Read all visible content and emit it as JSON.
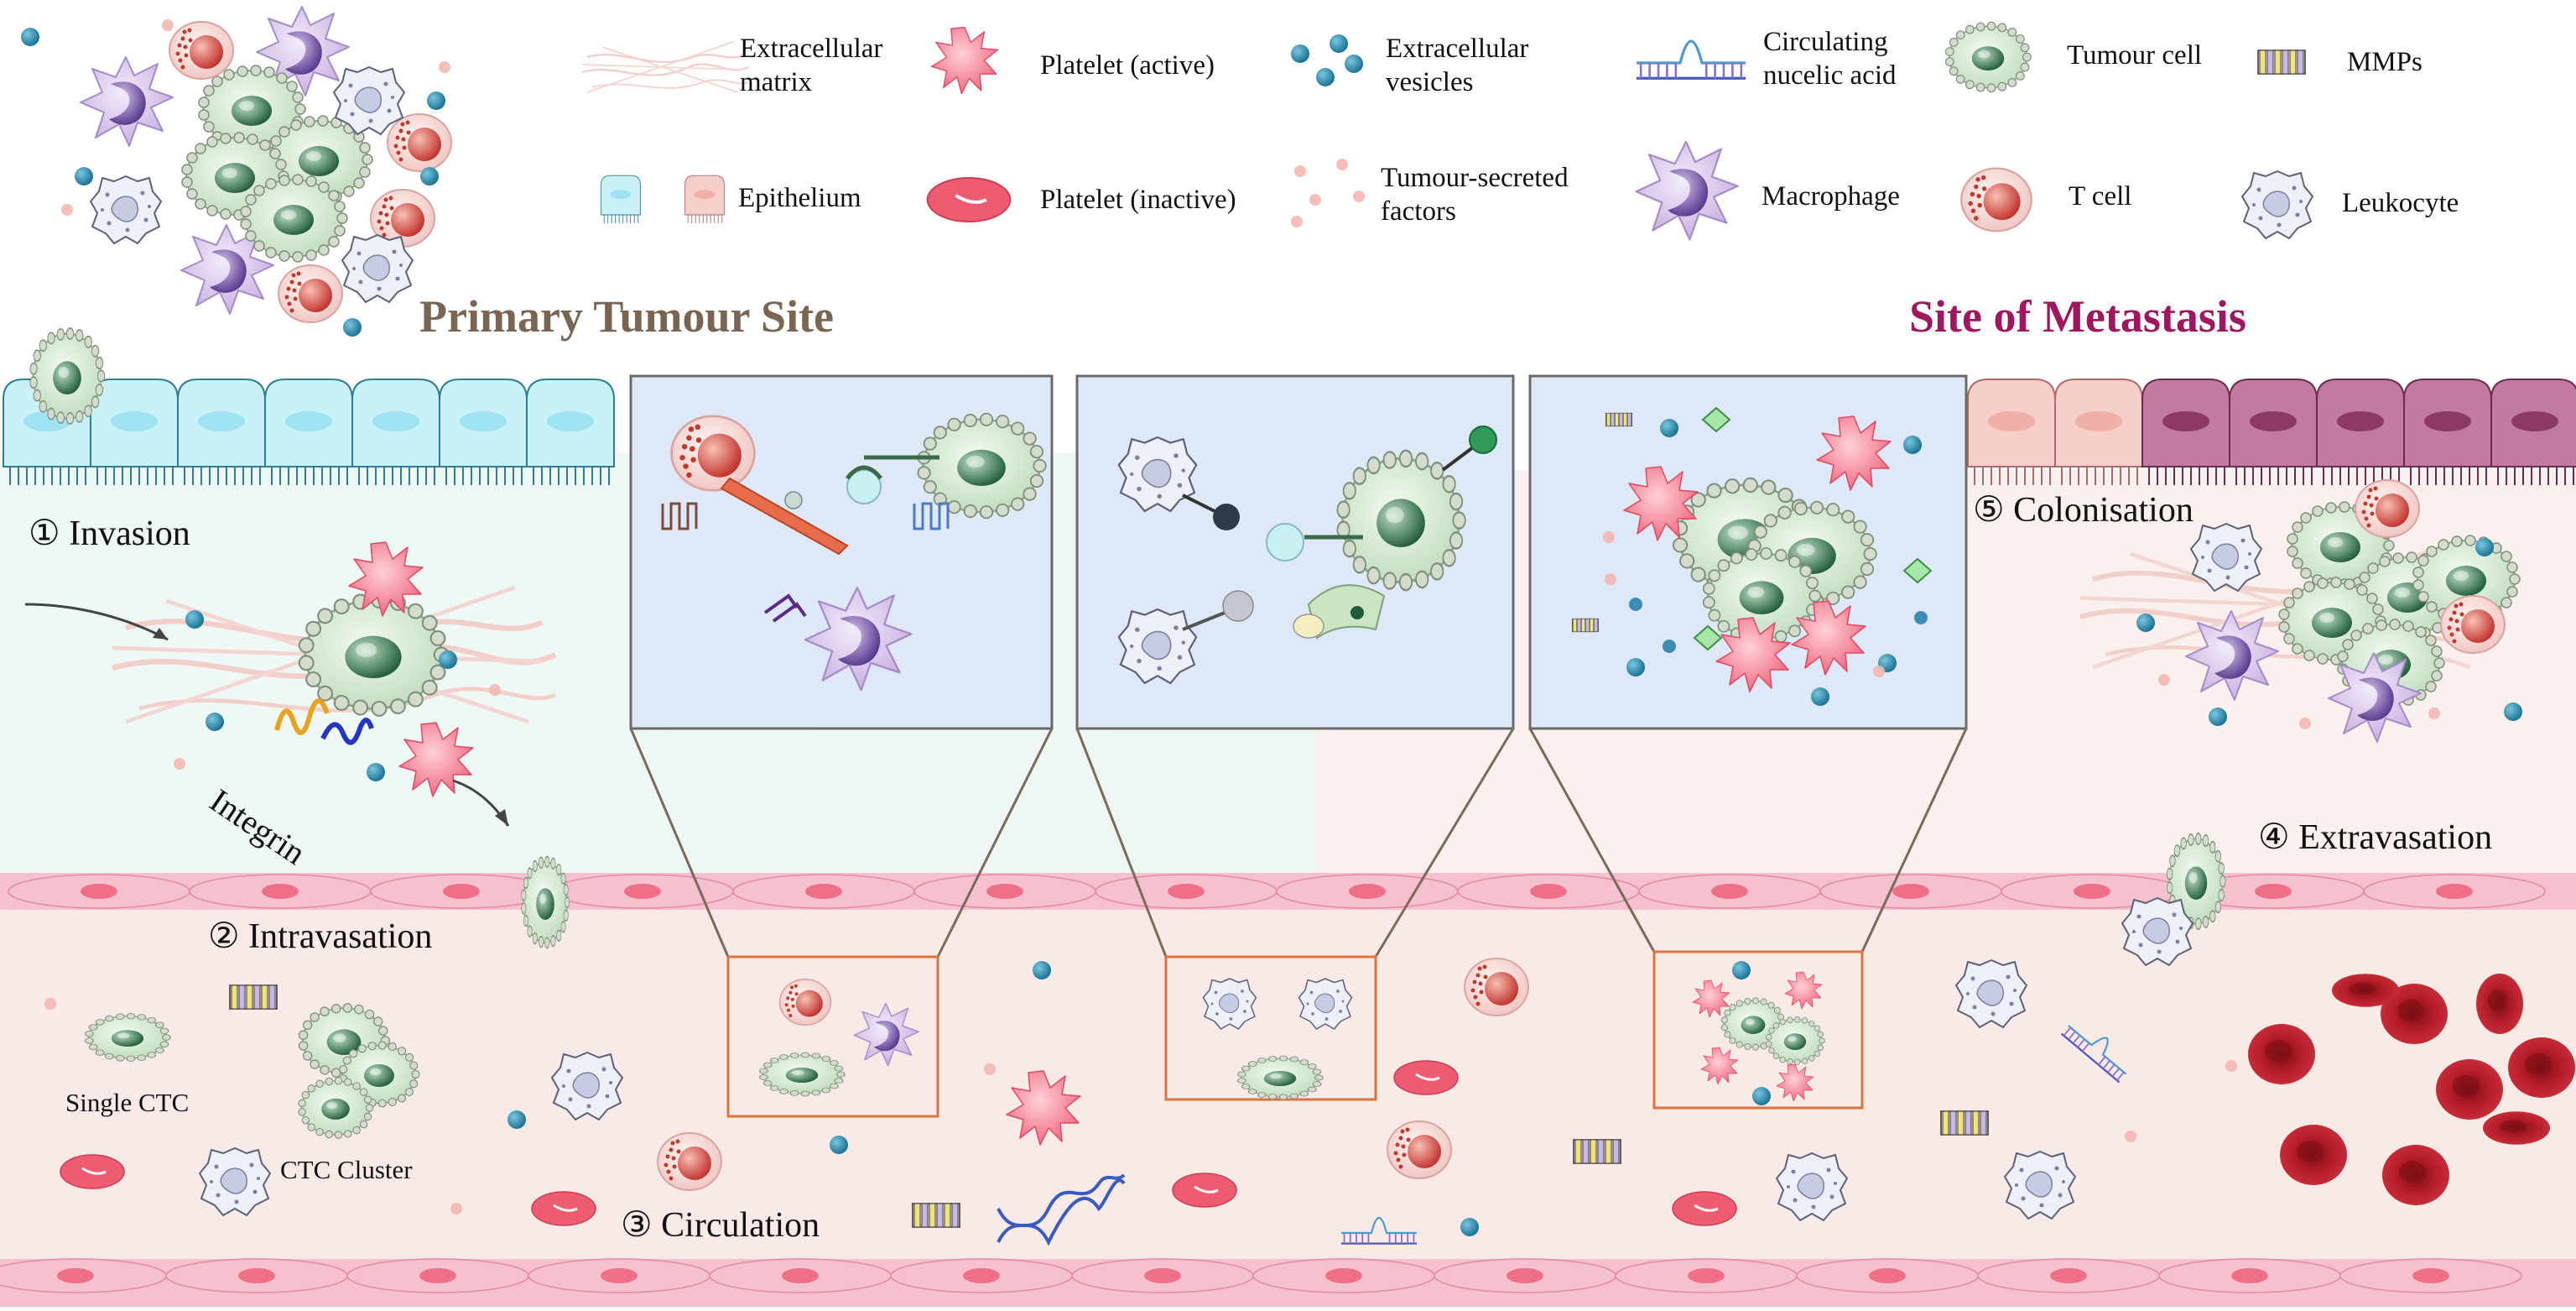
{
  "legend": {
    "extracellular_matrix": "Extracellular matrix",
    "platelet_active": "Platelet (active)",
    "extracellular_vesicles": "Extracellular vesicles",
    "circulating_nucleic_acid": "Circulating nucelic acid",
    "tumour_cell": "Tumour cell",
    "mmps": "MMPs",
    "epithelium": "Epithelium",
    "platelet_inactive": "Platelet (inactive)",
    "tumour_secreted_factors": "Tumour-secreted factors",
    "macrophage": "Macrophage",
    "t_cell": "T  cell",
    "leukocyte": "Leukocyte"
  },
  "sites": {
    "primary": "Primary Tumour Site",
    "metastasis": "Site of Metastasis"
  },
  "steps": {
    "invasion": "① Invasion",
    "intravasation": "② Intravasation",
    "circulation": "③ Circulation",
    "extravasation": "④  Extravasation",
    "colonisation": "⑤ Colonisation"
  },
  "labels": {
    "integrin": "Integrin",
    "single_ctc": "Single CTC",
    "ctc_cluster": "CTC Cluster"
  },
  "colors": {
    "site_primary": "#7a6552",
    "site_metastasis": "#a0175f",
    "epithelium_blue": "#c9f1f8",
    "epithelium_pink": "#f6cfc8",
    "epithelium_mauve": "#c27aa0",
    "vessel_wall": "#f6c1cf",
    "blood_bg": "#f9e9e7",
    "inset_bg": "#dfe8f6",
    "platelet": "#ef5c72",
    "rbc": "#b8202c",
    "vesicle": "#1e85a8",
    "tumour": "#d9ecd6",
    "callout": "#e0733c"
  }
}
